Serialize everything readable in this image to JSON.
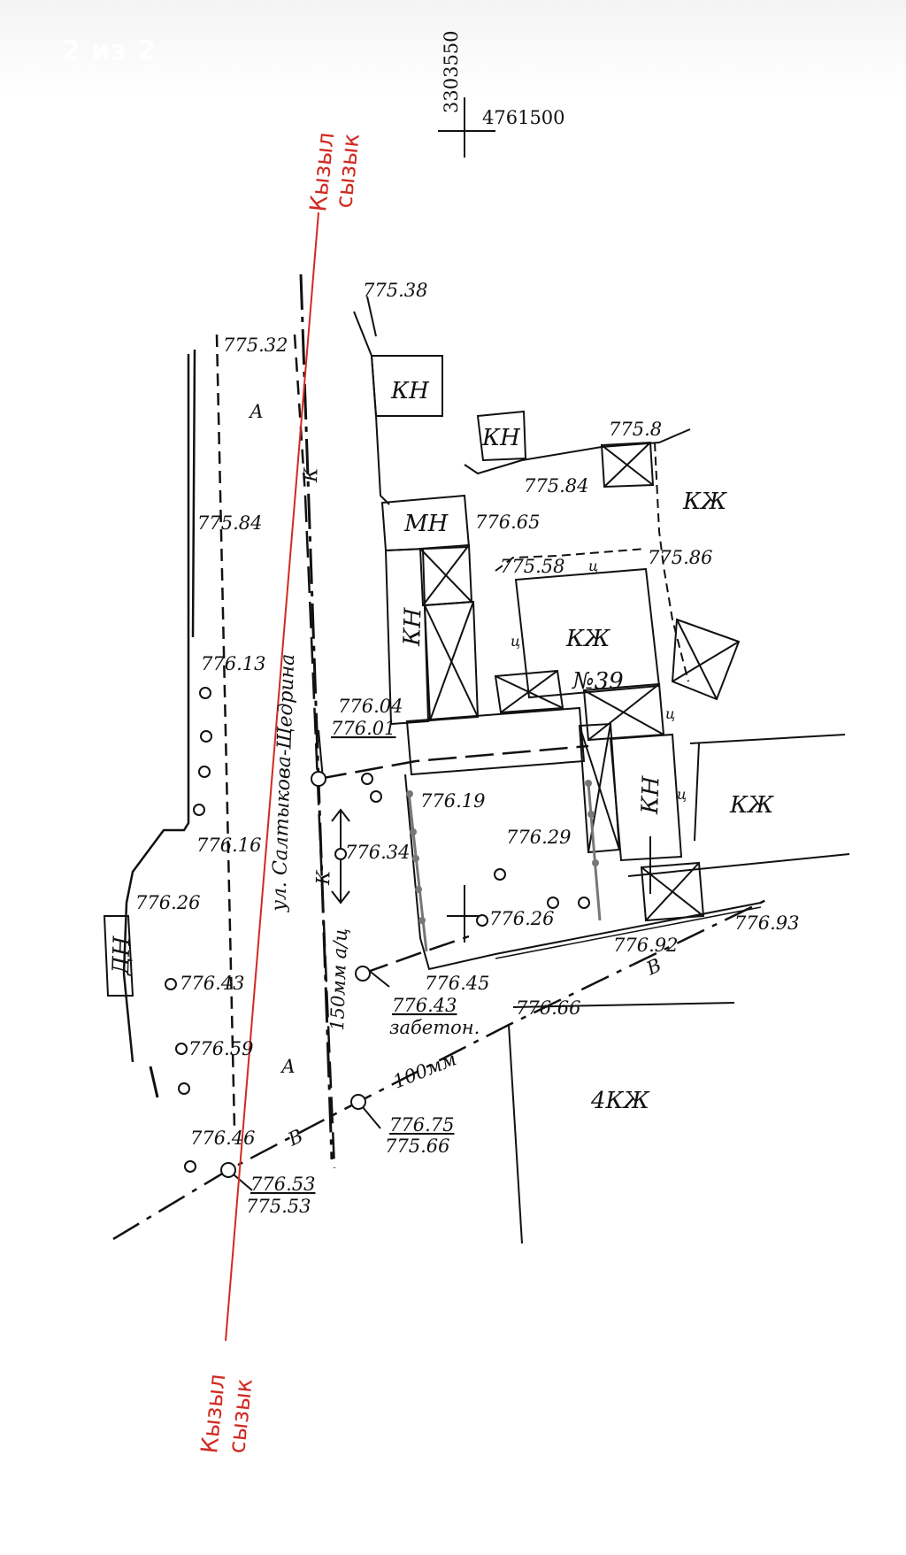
{
  "viewer": {
    "counter": "2 из 2"
  },
  "coordinates": {
    "x": "3303550",
    "y": "4761500"
  },
  "boundary_label": {
    "line1": "Кызыл",
    "line2": "сызык"
  },
  "street": {
    "name": "ул. Салтыкова-Щедрина"
  },
  "pipe_labels": {
    "water_main": "150мм а/ц",
    "sewer": "100мм"
  },
  "line_codes": {
    "k": "К",
    "v": "В",
    "a": "А"
  },
  "house_number": "№39",
  "notes": {
    "concreted": "забетон."
  },
  "buildings": {
    "kn_top": "КН",
    "kn_small": "КН",
    "mn": "МН",
    "kzh_right": "КЖ",
    "kn_left_vertical": "КН",
    "kzh_main": "КЖ",
    "kn_right_vertical": "КН",
    "kzh_mid_right": "КЖ",
    "dn": "ДН",
    "kzh4": "4КЖ"
  },
  "elevations": {
    "e1": "775.38",
    "e2": "775.32",
    "e3": "775.8",
    "e4": "775.84",
    "e5": "775.84",
    "e6": "776.65",
    "e7": "775.58",
    "e8": "775.86",
    "e9": "776.13",
    "e10": "776.04",
    "e11": "776.01",
    "e12": "776.19",
    "e13": "776.29",
    "e14": "776.16",
    "e15": "776.34",
    "e16": "776.26",
    "e17": "776.26",
    "e18": "776.92",
    "e19": "776.93",
    "e20": "776.43",
    "e21": "776.45",
    "e22": "776.43",
    "e23": "776.66",
    "e24": "776.59",
    "e25": "776.75",
    "e26": "775.66",
    "e27": "776.46",
    "e28": "776.53",
    "e29": "775.53"
  },
  "colors": {
    "boundary": "#d12a22",
    "ink": "#111111",
    "fence": "#777777"
  }
}
